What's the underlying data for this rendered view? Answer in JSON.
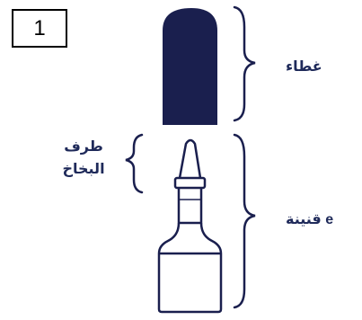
{
  "step_number": "1",
  "labels": {
    "cap": "غطاء",
    "tip_line1": "طرف",
    "tip_line2": "البخاخ",
    "bottle": "e قنينة"
  },
  "colors": {
    "label_text": "#1f2a5a",
    "cap_fill": "#1a1f4e",
    "outline": "#1a1f4e"
  },
  "icons": {
    "cap": "nasal-spray-cap-icon",
    "bottle": "nasal-spray-bottle-icon"
  }
}
